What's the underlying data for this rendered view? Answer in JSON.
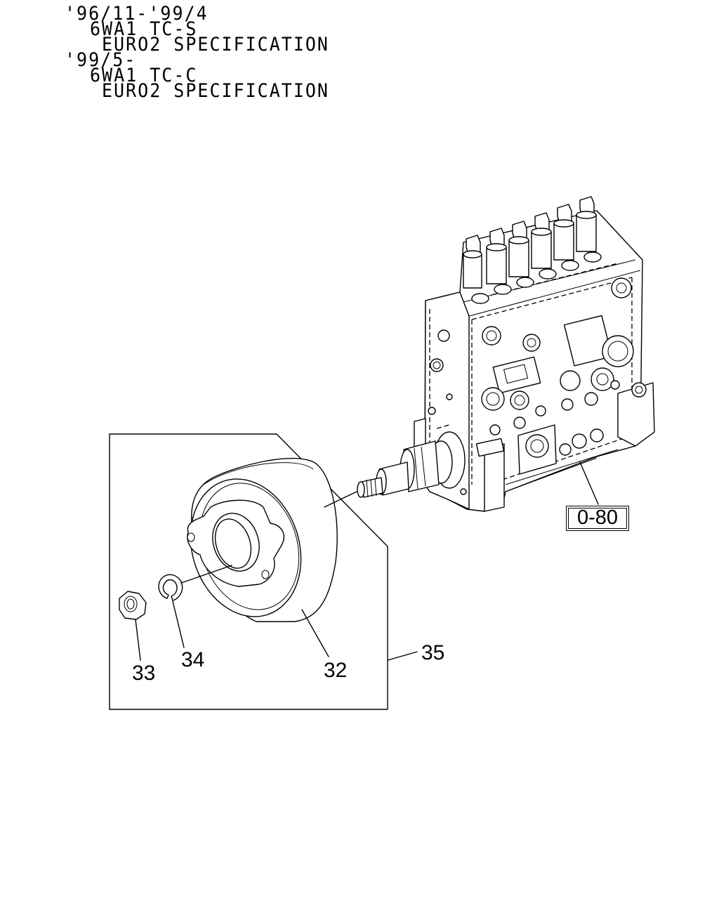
{
  "header": {
    "line1": "'96/11-'99/4",
    "line2": "6WA1 TC-S",
    "line3": "EURO2 SPECIFICATION",
    "line4": "'99/5-",
    "line5": "6WA1 TC-C",
    "line6": "EURO2 SPECIFICATION"
  },
  "callouts": {
    "part_32": "32",
    "part_33": "33",
    "part_34": "34",
    "part_35": "35",
    "ref_pump": "0-80"
  }
}
